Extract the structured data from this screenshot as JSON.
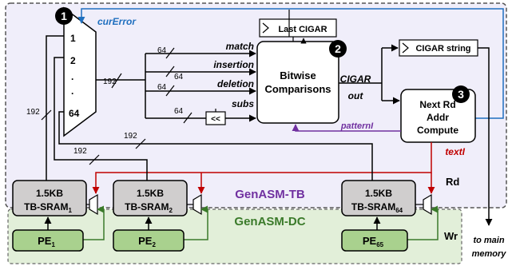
{
  "regions": {
    "tb": {
      "label": "GenASM-TB",
      "color": "#7030a0",
      "fill": "#f0eefa"
    },
    "dc": {
      "label": "GenASM-DC",
      "color": "#3a7a2a",
      "fill": "#e2efd9"
    }
  },
  "mux": {
    "inputs": [
      "1",
      "2",
      ".",
      ".",
      "64"
    ],
    "output_width": "192"
  },
  "badges": [
    "1",
    "2",
    "3"
  ],
  "signals": {
    "cur_error": "curError",
    "pattern": "patternI",
    "text": "textI",
    "cigar_out_line1": "CIGAR",
    "cigar_out_line2": "out",
    "rd": "Rd",
    "wr": "Wr",
    "to_main_line1": "to main",
    "to_main_line2": "memory"
  },
  "comparisons": {
    "inputs": [
      {
        "width": "64",
        "label": "match"
      },
      {
        "width": "64",
        "label": "insertion"
      },
      {
        "width": "64",
        "label": "deletion"
      },
      {
        "width": "64",
        "label": "subs"
      }
    ],
    "shift_label": "<<",
    "box_line1": "Bitwise",
    "box_line2": "Comparisons"
  },
  "last_cigar": "Last CIGAR",
  "cigar_string": "CIGAR string",
  "next_rd": [
    "Next Rd",
    "Addr",
    "Compute"
  ],
  "bus_labels": {
    "left": "192",
    "middle": "192",
    "diagonal": "192"
  },
  "srams": [
    {
      "size": "1.5KB",
      "name": "TB-SRAM",
      "sub": "1"
    },
    {
      "size": "1.5KB",
      "name": "TB-SRAM",
      "sub": "2"
    },
    {
      "size": "1.5KB",
      "name": "TB-SRAM",
      "sub": "64"
    }
  ],
  "pes": [
    {
      "name": "PE",
      "sub": "1"
    },
    {
      "name": "PE",
      "sub": "2"
    },
    {
      "name": "PE",
      "sub": "65"
    }
  ],
  "colors": {
    "blue": "#1f6fbf",
    "purple": "#7030a0",
    "red": "#c00000",
    "green": "#3a7a2a",
    "pe_fill": "#a9d18e",
    "sram_fill": "#d0cece"
  }
}
